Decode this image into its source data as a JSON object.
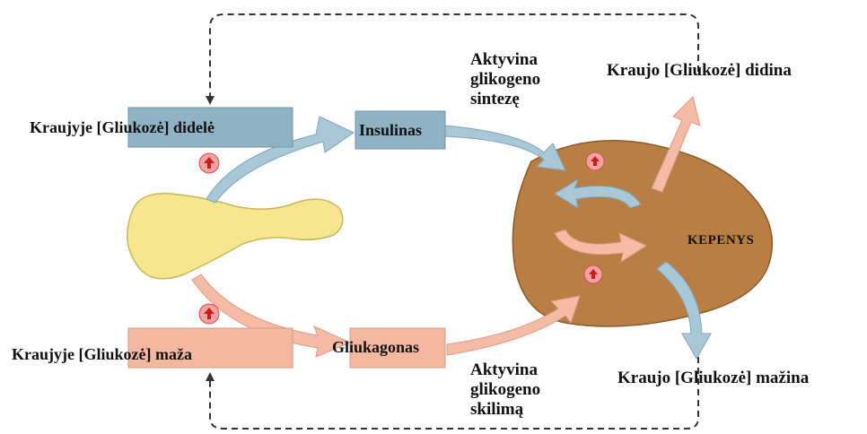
{
  "colors": {
    "blue_box": "#8fb3c4",
    "pink_box": "#f4b79f",
    "blue_arrow": "#a8c8d8",
    "pink_arrow": "#f6bba4",
    "liver": "#b97e43",
    "pancreas": "#f6e690",
    "marker": "#e23c3c"
  },
  "labels": {
    "high_glucose": "Kraujyje [Gliukozė] didelė",
    "low_glucose": "Kraujyje [Gliukozė] maža",
    "insulin": "Insulinas",
    "glucagon": "Gliukagonas",
    "activates_synthesis": [
      "Aktyvina",
      "glikogeno",
      "sintezę"
    ],
    "activates_breakdown": [
      "Aktyvina",
      "glikogeno",
      "skilimą"
    ],
    "blood_glucose_up": "Kraujo [Gliukozė] didina",
    "blood_glucose_down": "Kraujo [Gliukozė] mažina",
    "liver": "KEPENYS"
  },
  "icons": [
    "up-arrow-marker-icon",
    "liver-cycle-arrow-icon",
    "feedback-loop-arrow-icon"
  ]
}
